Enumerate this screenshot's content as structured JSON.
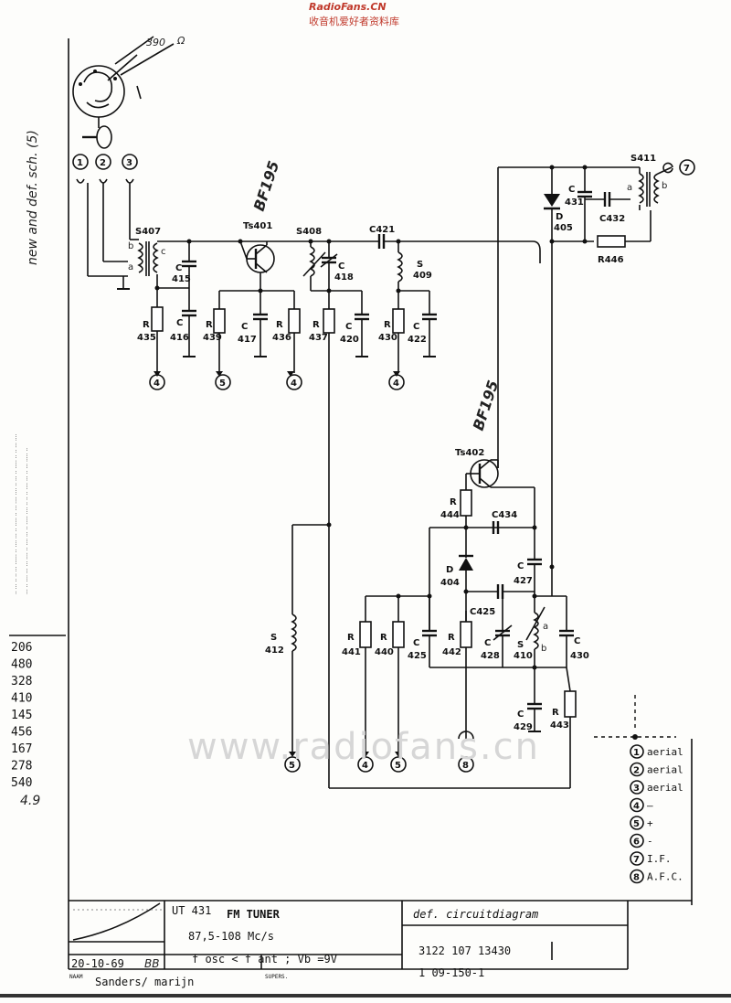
{
  "header": {
    "site": "RadioFans.CN",
    "site_cn": "收音机爱好者资料库"
  },
  "watermark": "www.radiofans.cn",
  "side_note": "new and def. sch. (5)",
  "parts_list": [
    "206",
    "480",
    "328",
    "410",
    "145",
    "456",
    "167",
    "278",
    "540"
  ],
  "side_signature": "4.9",
  "pot_label": "390",
  "components": {
    "transistors": [
      "Ts401",
      "Ts402"
    ],
    "transistor_type": "BF195",
    "coils": {
      "s407": "S407",
      "s408": "S408",
      "s409": "S\n409",
      "s410": "S\n410",
      "s411": "S411",
      "s412": "S\n412"
    },
    "caps": {
      "c415": "C\n415",
      "c416": "C\n416",
      "c417": "C\n417",
      "c418": "C\n418",
      "c420": "C\n420",
      "c421": "C421",
      "c422": "C\n422",
      "c425": "C\n425",
      "c425b": "C425",
      "c427": "C\n427",
      "c428": "C\n428",
      "c429": "C\n429",
      "c430": "C\n430",
      "c431": "C\n431",
      "c432": "C432",
      "c434": "C434"
    },
    "resistors": {
      "r435": "R\n435",
      "r436": "R\n436",
      "r437": "R\n437",
      "r439": "R\n439",
      "r430": "R\n430",
      "r440": "R\n440",
      "r441": "R\n441",
      "r442": "R\n442",
      "r443": "R\n443",
      "r444": "R\n444",
      "r446": "R446"
    },
    "diodes": {
      "d404": "D\n404",
      "d405": "D\n405"
    },
    "coil_taps": [
      "a",
      "b",
      "c"
    ]
  },
  "terminals": [
    "1",
    "2",
    "3",
    "4",
    "5",
    "6",
    "7",
    "8"
  ],
  "legend": [
    {
      "num": "1",
      "label": "aerial"
    },
    {
      "num": "2",
      "label": "aerial"
    },
    {
      "num": "3",
      "label": "aerial"
    },
    {
      "num": "4",
      "label": "–"
    },
    {
      "num": "5",
      "label": "+"
    },
    {
      "num": "6",
      "label": "-"
    },
    {
      "num": "7",
      "label": "I.F."
    },
    {
      "num": "8",
      "label": "A.F.C."
    }
  ],
  "title_block": {
    "code": "UT 431",
    "name": "FM TUNER",
    "range": "87,5-108 Mc/s",
    "formula": "f osc < f ant ; Vb =9V",
    "date": "20-10-69",
    "initials": "BB",
    "drawn_by": "Sanders/ marijn",
    "drawn_label": "NAAM",
    "check_label": "SUPERS.",
    "doc_title": "def. circuitdiagram",
    "doc_no": "3122 107 13430",
    "doc_no2": "1 09-150-1"
  }
}
